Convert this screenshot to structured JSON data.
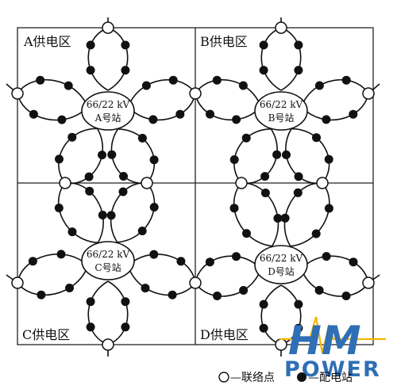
{
  "zones": [
    {
      "label": "A供电区",
      "station_voltage": "66/22 kV",
      "station_name": "A号站"
    },
    {
      "label": "B供电区",
      "station_voltage": "66/22 kV",
      "station_name": "B号站"
    },
    {
      "label": "C供电区",
      "station_voltage": "66/22 kV",
      "station_name": "C号站"
    },
    {
      "label": "D供电区",
      "station_voltage": "66/22 kV",
      "station_name": "D号站"
    }
  ],
  "legend": {
    "tie_point": "—联络点",
    "distribution_station": "—配电站"
  },
  "watermark": {
    "logo": "HM",
    "brand": "POWER"
  },
  "colors": {
    "line": "#111111",
    "station_dot": "#111111",
    "tie_point_fill": "#ffffff",
    "watermark": "#2f6fb5"
  }
}
